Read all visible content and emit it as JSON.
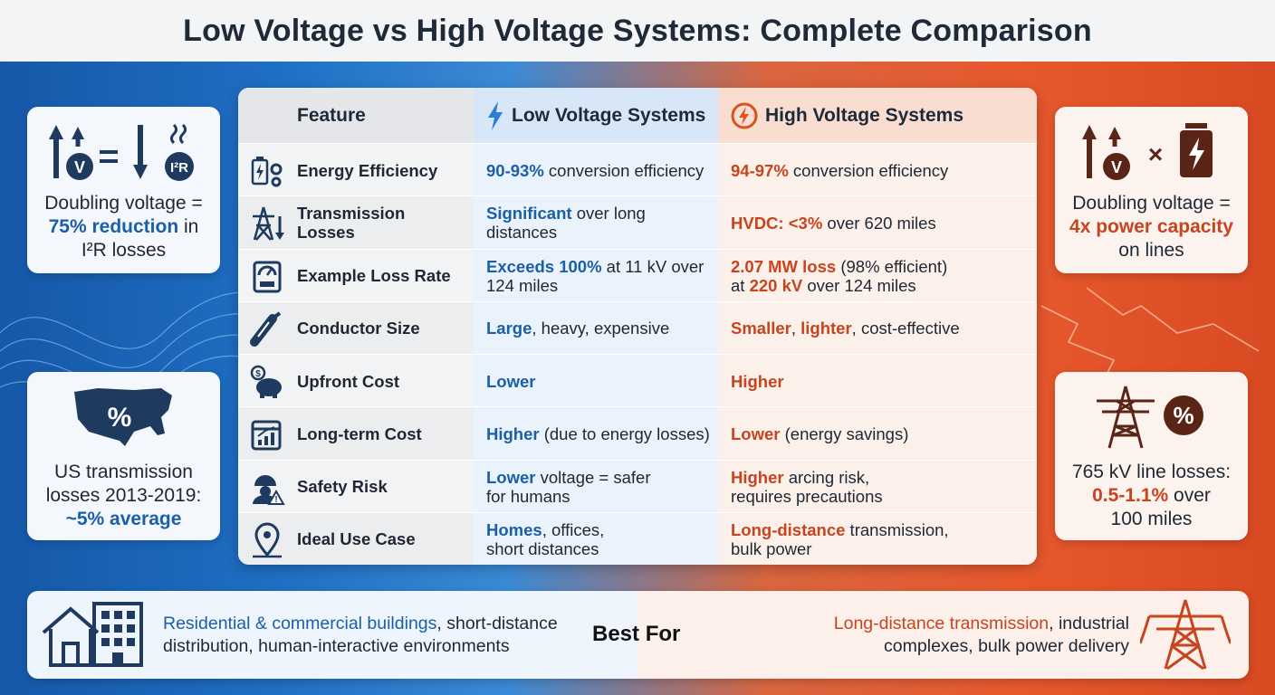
{
  "title": "Low Voltage vs High Voltage Systems: Complete Comparison",
  "colors": {
    "blue_accent": "#1a5fa8",
    "orange_accent": "#c8441e",
    "navy": "#1e3a5f"
  },
  "left_cards": [
    {
      "icons": [
        "voltage-up-arrow-icon",
        "current-down-arrow-icon",
        "heat-loss-icon"
      ],
      "line1": "Doubling voltage =",
      "highlight": "75% reduction",
      "line2_rest": " in",
      "line3": "I²R losses"
    },
    {
      "icons": [
        "us-map-percent-icon"
      ],
      "line1": "US transmission",
      "line2": "losses 2013-2019:",
      "highlight": "~5% average"
    }
  ],
  "right_cards": [
    {
      "icons": [
        "voltage-up-arrow-icon",
        "multiply-icon",
        "battery-bolt-icon"
      ],
      "line1": "Doubling voltage =",
      "highlight": "4x power capacity",
      "line3": "on lines"
    },
    {
      "icons": [
        "transmission-tower-icon",
        "percent-badge-icon"
      ],
      "line1": "765 kV line losses:",
      "highlight": "0.5-1.1%",
      "line2_rest": " over",
      "line3": "100 miles"
    }
  ],
  "table": {
    "headers": {
      "feature": "Feature",
      "low": "Low Voltage Systems",
      "high": "High Voltage Systems"
    },
    "rows": [
      {
        "icon": "battery-gear-icon",
        "feature": "Energy Efficiency",
        "low_hl": "90-93%",
        "low_rest": " conversion efficiency",
        "high_hl": "94-97%",
        "high_rest": " conversion efficiency"
      },
      {
        "icon": "tower-down-arrow-icon",
        "feature": "Transmission Losses",
        "low_hl": "Significant",
        "low_rest": " over long distances",
        "high_hl": "HVDC: <3%",
        "high_rest": " over 620 miles"
      },
      {
        "icon": "meter-icon",
        "feature": "Example Loss Rate",
        "low_hl": "Exceeds 100%",
        "low_rest": " at 11 kV over 124 miles",
        "high_hl": "2.07 MW loss",
        "high_rest": " (98% efficient)",
        "high_line2_pre": "at ",
        "high_hl2": "220 kV",
        "high_line2_rest": " over 124 miles"
      },
      {
        "icon": "cable-icon",
        "feature": "Conductor Size",
        "low_hl": "Large",
        "low_rest": ", heavy, expensive",
        "high_hl": "Smaller",
        "high_mid": ", ",
        "high_hl2": "lighter",
        "high_rest": ", cost-effective"
      },
      {
        "icon": "piggy-bank-icon",
        "feature": "Upfront Cost",
        "low_hl": "Lower",
        "low_rest": "",
        "high_hl": "Higher",
        "high_rest": ""
      },
      {
        "icon": "calendar-chart-icon",
        "feature": "Long-term Cost",
        "low_hl": "Higher",
        "low_rest": " (due to energy losses)",
        "high_hl": "Lower",
        "high_rest": " (energy savings)"
      },
      {
        "icon": "worker-warning-icon",
        "feature": "Safety Risk",
        "low_hl": "Lower",
        "low_rest": " voltage = safer",
        "low_line2": "for humans",
        "high_hl": "Higher",
        "high_rest": " arcing risk,",
        "high_line2": "requires precautions"
      },
      {
        "icon": "location-pin-icon",
        "feature": "Ideal Use Case",
        "low_hl": "Homes",
        "low_rest": ", offices,",
        "low_line2": "short distances",
        "high_hl": "Long-distance",
        "high_rest": " transmission,",
        "high_line2": "bulk power"
      }
    ]
  },
  "best_for": {
    "label": "Best For",
    "left_hl": "Residential & commercial buildings",
    "left_rest": ", short-distance",
    "left_line2": "distribution, human-interactive environments",
    "right_hl": "Long-distance transmission",
    "right_rest": ", industrial",
    "right_line2": "complexes, bulk power delivery",
    "left_icon": "house-building-icon",
    "right_icon": "power-tower-icon"
  }
}
